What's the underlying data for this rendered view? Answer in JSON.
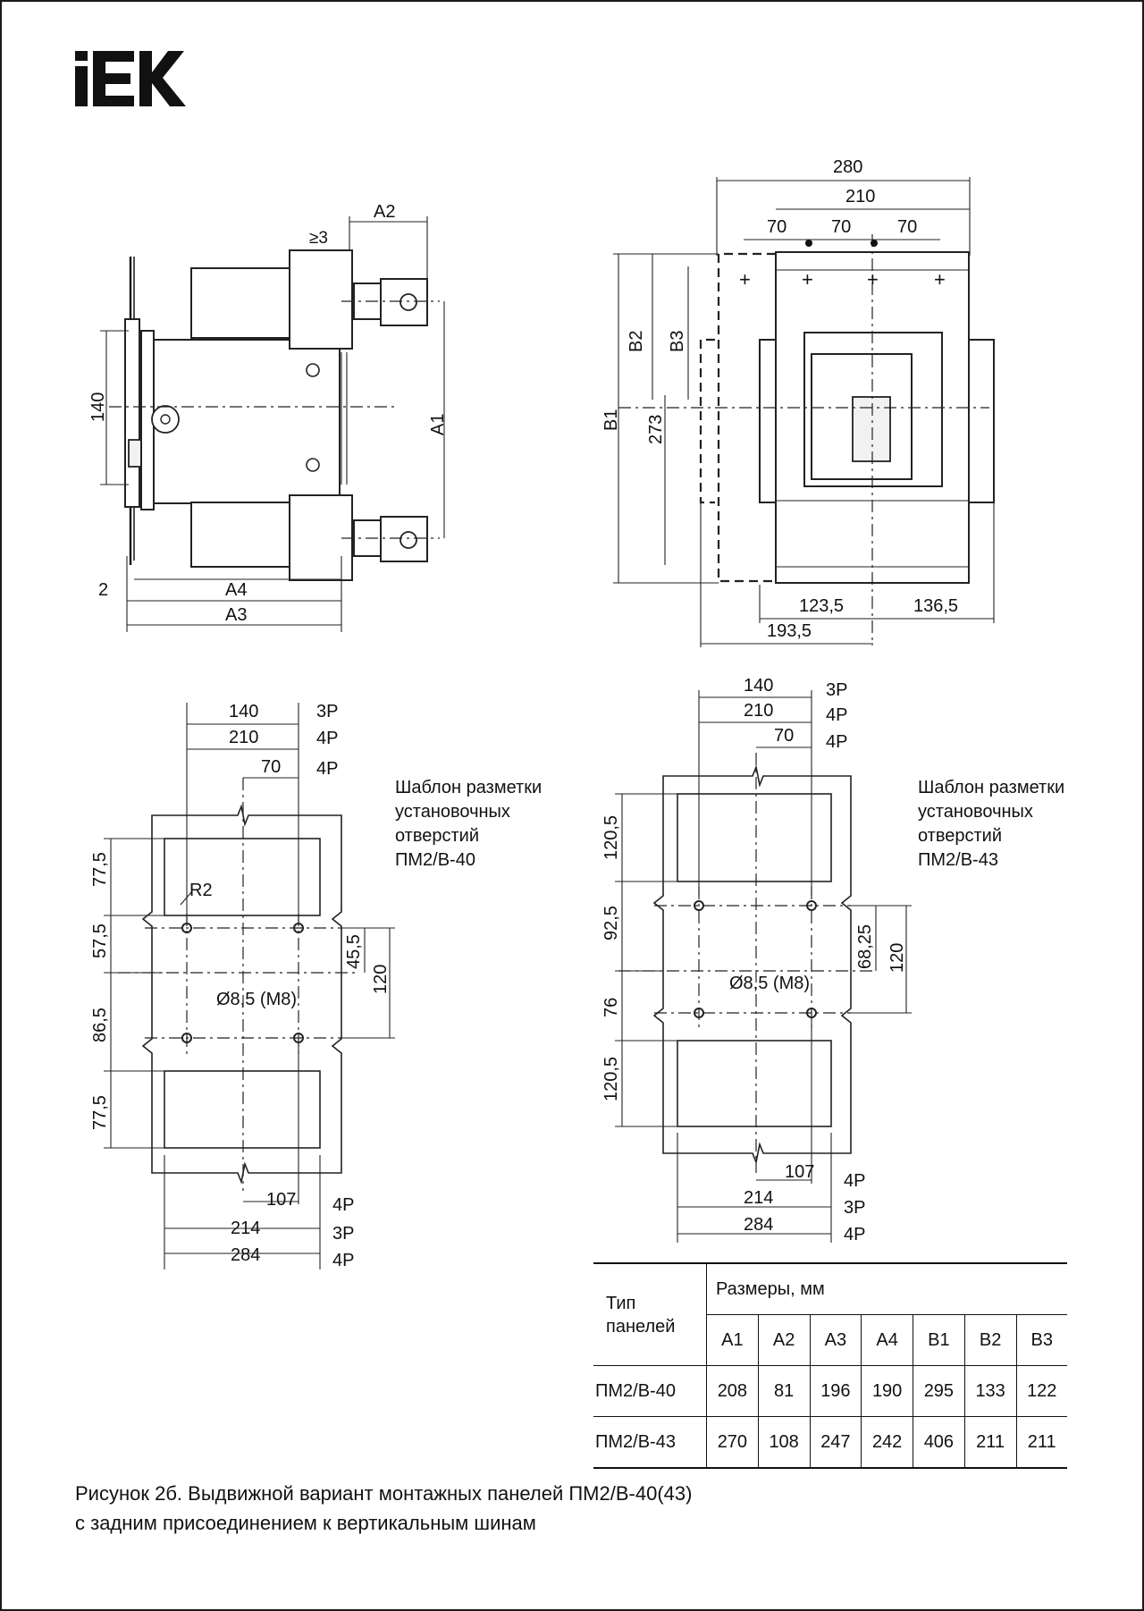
{
  "logo": "IEK",
  "drawing_left": {
    "dims": {
      "a2": "A2",
      "ge3": "≥3",
      "d140": "140",
      "a1": "A1",
      "d2": "2",
      "a4": "A4",
      "a3": "A3"
    }
  },
  "drawing_right": {
    "dims": {
      "d280": "280",
      "d210": "210",
      "d70a": "70",
      "d70b": "70",
      "d70c": "70",
      "b2": "B2",
      "b3": "B3",
      "b1": "B1",
      "d273": "273",
      "d123": "123,5",
      "d136": "136,5",
      "d193": "193,5"
    }
  },
  "template_40": {
    "top_dims": {
      "d140": "140",
      "d210": "210",
      "d70": "70"
    },
    "top_tags": {
      "t1": "3P",
      "t2": "4P",
      "t3": "4P"
    },
    "left_dims": {
      "d775a": "77,5",
      "d575": "57,5",
      "d865": "86,5",
      "d775b": "77,5"
    },
    "right_dims": {
      "d455": "45,5",
      "d120": "120"
    },
    "radius": "R2",
    "hole": "Ø8,5 (M8)",
    "bottom_dims": {
      "d107": "107",
      "d214": "214",
      "d284": "284"
    },
    "bottom_tags": {
      "t1": "4P",
      "t2": "3P",
      "t3": "4P"
    },
    "title": [
      "Шаблон разметки",
      "установочных",
      "отверстий",
      "ПМ2/В-40"
    ]
  },
  "template_43": {
    "top_dims": {
      "d140": "140",
      "d210": "210",
      "d70": "70"
    },
    "top_tags": {
      "t1": "3P",
      "t2": "4P",
      "t3": "4P"
    },
    "left_dims": {
      "d1205a": "120,5",
      "d925": "92,5",
      "d76": "76",
      "d1205b": "120,5"
    },
    "right_dims": {
      "d6825": "68,25",
      "d120": "120"
    },
    "hole": "Ø8,5 (M8)",
    "bottom_dims": {
      "d107": "107",
      "d214": "214",
      "d284": "284"
    },
    "bottom_tags": {
      "t1": "4P",
      "t2": "3P",
      "t3": "4P"
    },
    "title": [
      "Шаблон разметки",
      "установочных",
      "отверстий",
      "ПМ2/В-43"
    ]
  },
  "table": {
    "col_type": "Тип\nпанелей",
    "col_type_lines": [
      "Тип",
      "панелей"
    ],
    "group_header": "Размеры, мм",
    "headers": [
      "A1",
      "A2",
      "A3",
      "A4",
      "B1",
      "B2",
      "B3"
    ],
    "rows": [
      {
        "name": "ПМ2/В-40",
        "values": [
          "208",
          "81",
          "196",
          "190",
          "295",
          "133",
          "122"
        ]
      },
      {
        "name": "ПМ2/В-43",
        "values": [
          "270",
          "108",
          "247",
          "242",
          "406",
          "211",
          "211"
        ]
      }
    ]
  },
  "caption": {
    "line1": "Рисунок 2б.  Выдвижной вариант монтажных панелей ПМ2/В-40(43)",
    "line2": "с задним присоединением к вертикальным шинам"
  }
}
